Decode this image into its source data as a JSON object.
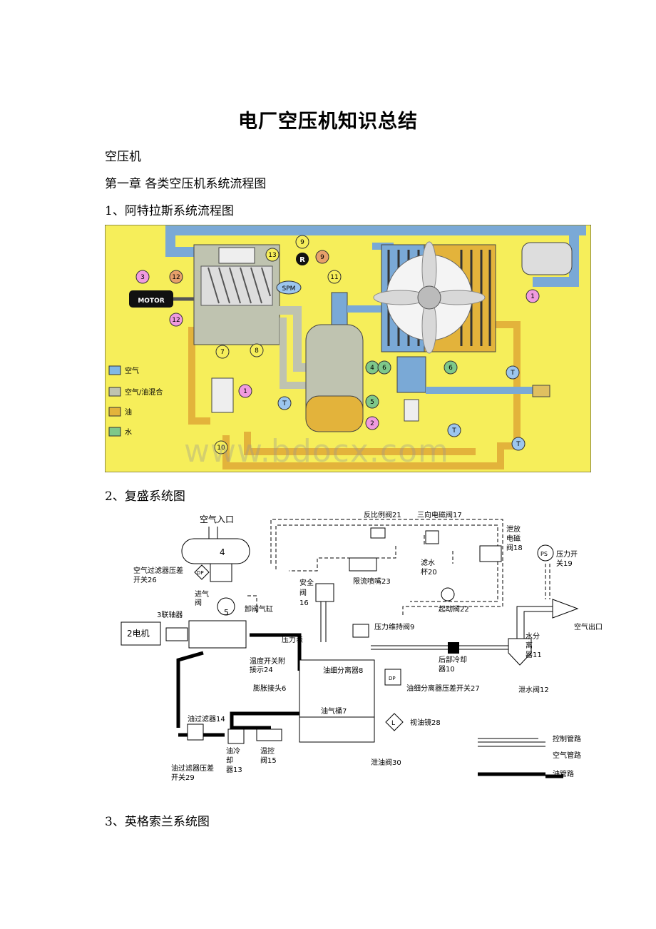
{
  "doc": {
    "title": "电厂空压机知识总结",
    "p1": "空压机",
    "p2": "第一章  各类空压机系统流程图",
    "p3": "1、阿特拉斯系统流程图",
    "p4": "2、复盛系统图",
    "p5": "3、英格索兰系统图"
  },
  "fig1": {
    "motor": "MOTOR",
    "spm": "SPM",
    "r": "R",
    "t": "T",
    "legend": [
      "空气",
      "空气/油混合",
      "油",
      "水"
    ],
    "nums": [
      "1",
      "2",
      "3",
      "4",
      "5",
      "6",
      "7",
      "8",
      "9",
      "10",
      "11",
      "12",
      "13"
    ],
    "colors": {
      "bg": "#f6ee5a",
      "air": "#80b8e6",
      "mix": "#bfc3b0",
      "oil": "#e3b33b",
      "water": "#7ec88a"
    }
  },
  "fig2": {
    "labels": {
      "air_in": "空气入口",
      "n4": "4",
      "n5": "5",
      "air_filter_dp": "空气过滤器压差",
      "air_filter_dp2": "开关26",
      "inlet1": "进气",
      "inlet2": "阀",
      "coupling": "3联轴器",
      "motor": "2电机",
      "unload": "卸阀气缸",
      "reverse": "反比例阀21",
      "three_way": "三向电磁阀17",
      "vent1": "泄放",
      "vent2": "电磁",
      "vent3": "阀18",
      "ps_switch1": "压力开",
      "ps_switch2": "关19",
      "ps": "PS",
      "safety1": "安全",
      "safety2": "阀",
      "safety3": "16",
      "filter_cup1": "滤水",
      "filter_cup2": "杯20",
      "muffler": "限流喷嘴23",
      "start_valve": "起动阀22",
      "air_out": "空气出口",
      "min_p": "压力维持阀9",
      "gauge": "压力表",
      "temp1": "温度开关附",
      "temp2": "接示24",
      "expansion": "膨胀接头6",
      "separator": "油细分离器8",
      "sep_dp": "油细分离器压差开关27",
      "tank": "油气桶7",
      "aftercooler1": "后部冷却",
      "aftercooler2": "器10",
      "water_sep1": "水分",
      "water_sep2": "离",
      "water_sep3": "器11",
      "drain": "泄水阀12",
      "oil_filter": "油过滤器14",
      "oil_filter_dp1": "油过滤器压差",
      "oil_filter_dp2": "开关29",
      "oil_cooler1": "油冷",
      "oil_cooler2": "却",
      "oil_cooler3": "器13",
      "thermo1": "温控",
      "thermo2": "阀15",
      "sight": "视油镜28",
      "oil_drain": "泄油阀30",
      "dp": "DP",
      "l": "L",
      "legend_control": "控制管路",
      "legend_air": "空气管路",
      "legend_oil": "油管路"
    }
  }
}
